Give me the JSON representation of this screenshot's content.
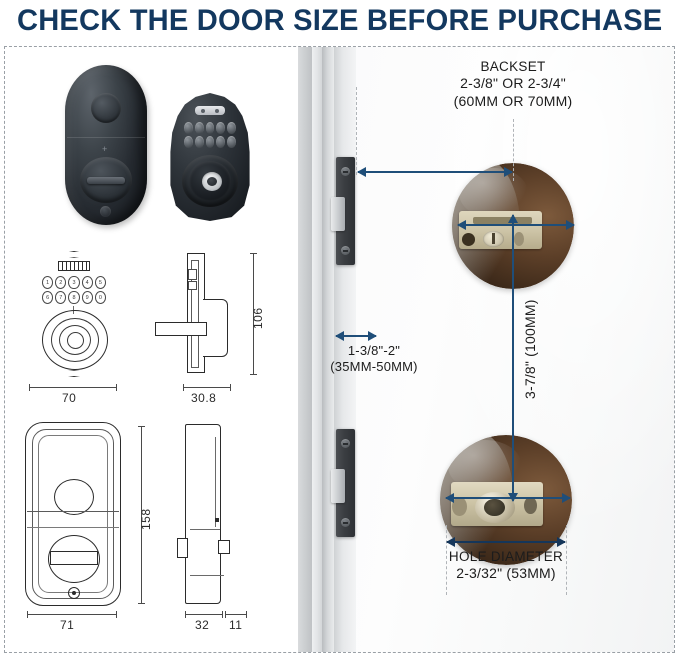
{
  "header": {
    "title": "CHECK THE DOOR SIZE BEFORE PURCHASE",
    "title_color": "#13385f"
  },
  "left_panel": {
    "product_photo": {
      "interior_unit_name": "interior-thumbturn-lock-body",
      "exterior_unit_name": "exterior-keypad-fingerprint-lock-body"
    },
    "drawings": [
      {
        "name": "exterior-keypad-unit",
        "front_view_label": "70",
        "side_view_label": "30.8",
        "height_label": "106",
        "keypad_digits": [
          "1",
          "2",
          "3",
          "4",
          "5",
          "6",
          "7",
          "8",
          "9",
          "0"
        ]
      },
      {
        "name": "interior-unit",
        "front_view_label": "71",
        "height_label": "158",
        "side_view_label_1": "32",
        "side_view_label_2": "11"
      }
    ]
  },
  "right_panel": {
    "annotations": {
      "backset": {
        "title": "BACKSET",
        "imperial": "2-3/8\" OR 2-3/4\"",
        "metric": "(60MM OR 70MM)"
      },
      "door_thickness": {
        "imperial": "1-3/8\"-2\"",
        "metric": "(35MM-50MM)"
      },
      "hole_spacing": {
        "combined": "3-7/8\" (100MM)"
      },
      "hole_diameter": {
        "title": "HOLE DIAMETER",
        "value": "2-3/32\" (53MM)"
      }
    },
    "accent_color": "#1f4e79",
    "parts": {
      "strike_plate_top": "strike-plate-deadbolt",
      "strike_plate_bottom": "strike-plate-latch",
      "bore_top": "deadbolt-bore-hole",
      "bore_bottom": "latch-bore-hole"
    }
  }
}
